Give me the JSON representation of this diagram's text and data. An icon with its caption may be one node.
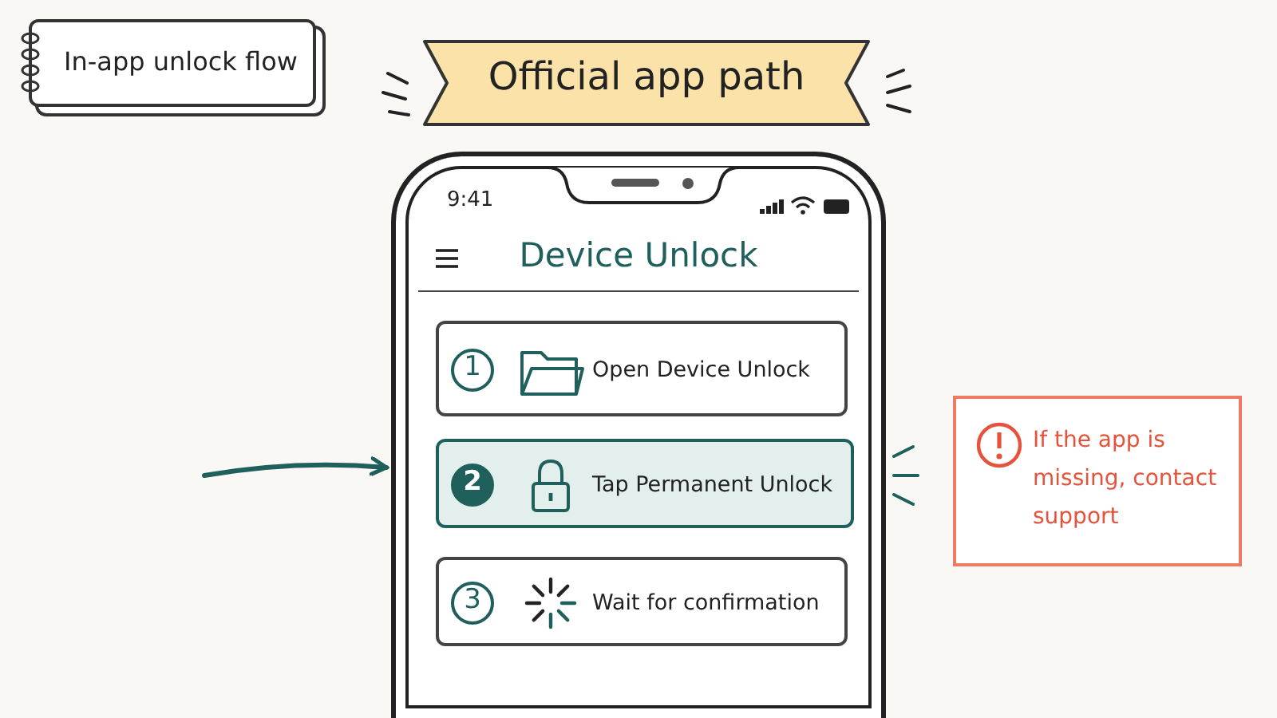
{
  "diagram": {
    "nodes": [
      {
        "text": [
          "In-app unlock flow"
        ]
      },
      {
        "text": [
          "Official app path"
        ]
      },
      {
        "text": [
          "Device Unlock"
        ]
      },
      {
        "text": [
          "1",
          "Open Device Unlock"
        ],
        "in": 2
      },
      {
        "text": [
          "2",
          "Tap Permanent Unlock"
        ],
        "in": 2
      },
      {
        "text": [
          "3",
          "Wait for confirmation"
        ],
        "in": 2
      },
      {
        "text": [
          "If the app is missing, contact support"
        ]
      }
    ],
    "edges": [
      {
        "from": null,
        "to": 2,
        "arrow": "to"
      }
    ],
    "labels": [
      "9:41"
    ]
  }
}
